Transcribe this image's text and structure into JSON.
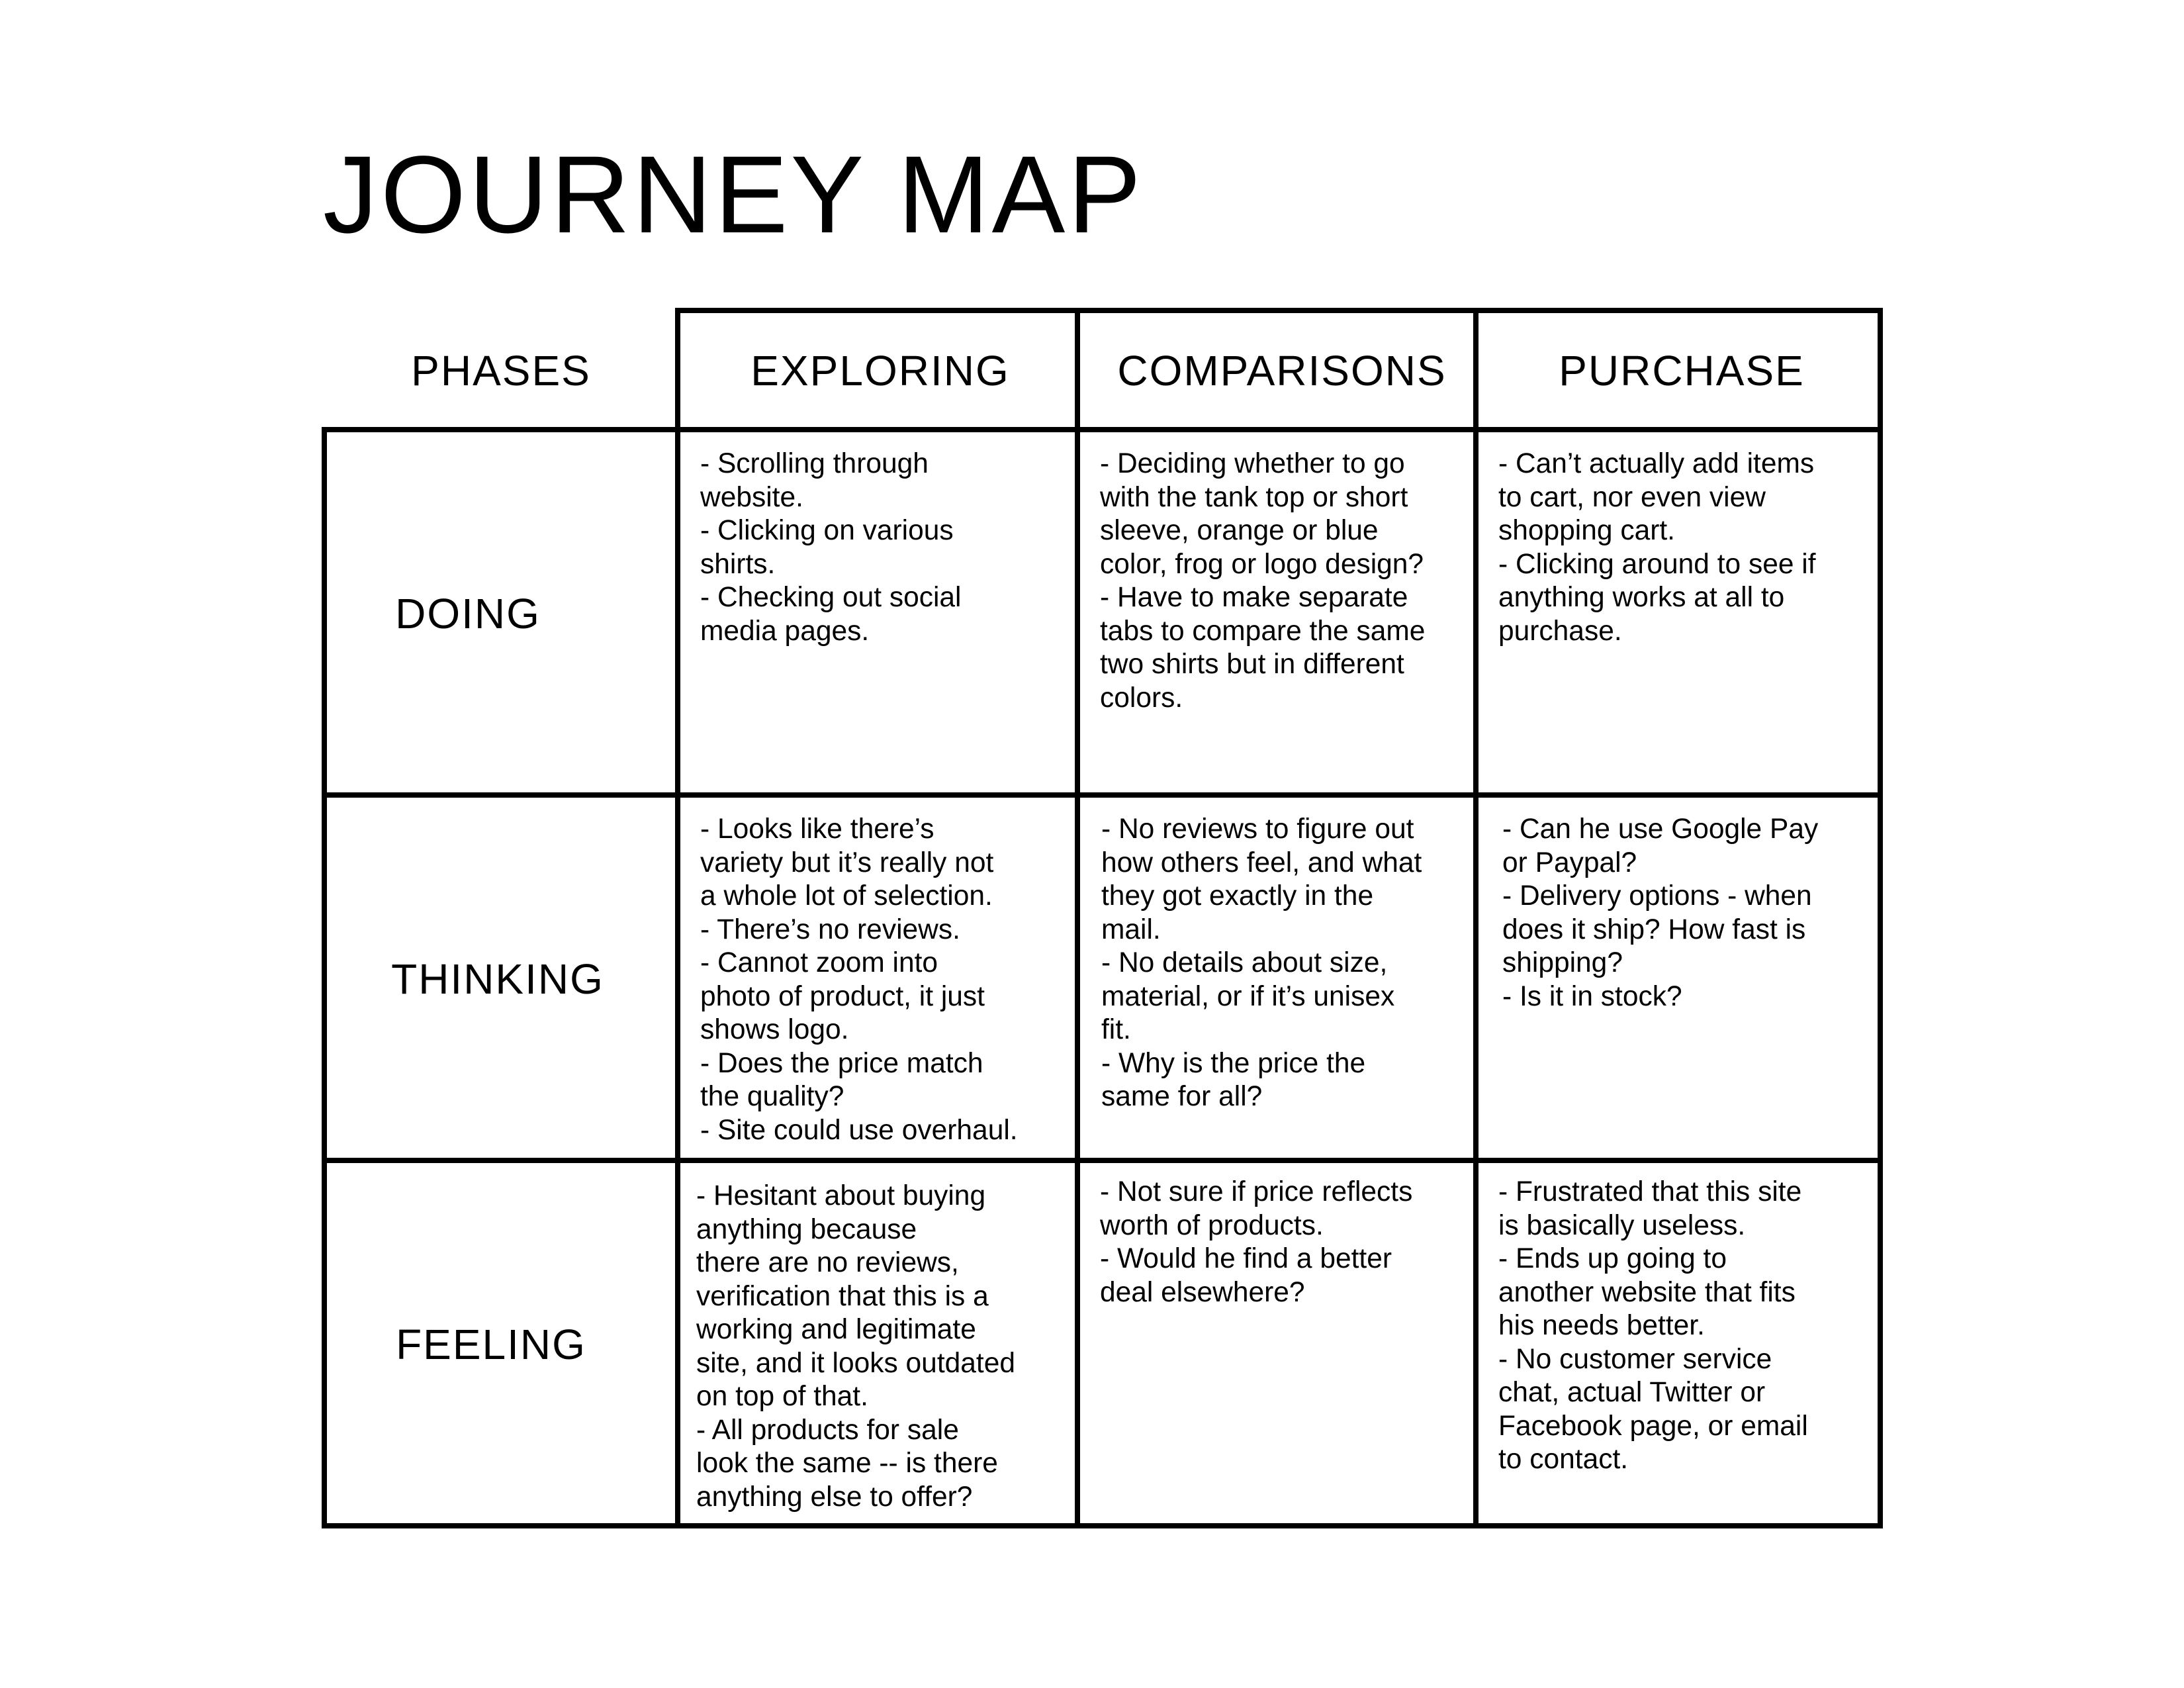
{
  "page": {
    "title": "JOURNEY MAP"
  },
  "table": {
    "phases_label": "PHASES",
    "columns": [
      "EXPLORING",
      "COMPARISONS",
      "PURCHASE"
    ],
    "rows": [
      {
        "label": "DOING",
        "cells": [
          "- Scrolling through\nwebsite.\n- Clicking on various\nshirts.\n- Checking out social\nmedia pages.",
          "- Deciding whether to go\nwith the tank top or short\nsleeve, orange or blue\ncolor, frog or logo design?\n- Have to make separate\ntabs to compare the same\ntwo shirts but in different\ncolors.",
          "- Can’t actually add items\nto cart, nor even view\nshopping cart.\n- Clicking around to see if\nanything works at all to\npurchase."
        ]
      },
      {
        "label": "THINKING",
        "cells": [
          "- Looks like there’s\nvariety but it’s really not\na whole lot of selection.\n- There’s no reviews.\n- Cannot zoom into\nphoto of product, it just\nshows logo.\n- Does the price match\nthe quality?\n- Site could use overhaul.",
          "- No reviews to figure out\nhow others feel, and what\nthey got exactly in the\nmail.\n- No details about size,\nmaterial, or if it’s unisex\nfit.\n- Why is the price the\nsame for all?",
          "- Can he use Google Pay\nor Paypal?\n- Delivery options - when\ndoes it ship? How fast is\nshipping?\n- Is it in stock?"
        ]
      },
      {
        "label": "FEELING",
        "cells": [
          "- Hesitant about buying\nanything because\n there are no reviews,\nverification that this is a\nworking and legitimate\nsite, and it looks outdated\non top of that.\n- All products for sale\nlook the same -- is there\nanything else to offer?",
          "- Not sure if price reflects\nworth of products.\n- Would he find a better\ndeal elsewhere?",
          "- Frustrated that this site\nis basically useless.\n- Ends up going to\nanother website that fits\nhis needs better.\n- No customer service\nchat, actual Twitter or\nFacebook page, or email\nto contact."
        ]
      }
    ]
  }
}
